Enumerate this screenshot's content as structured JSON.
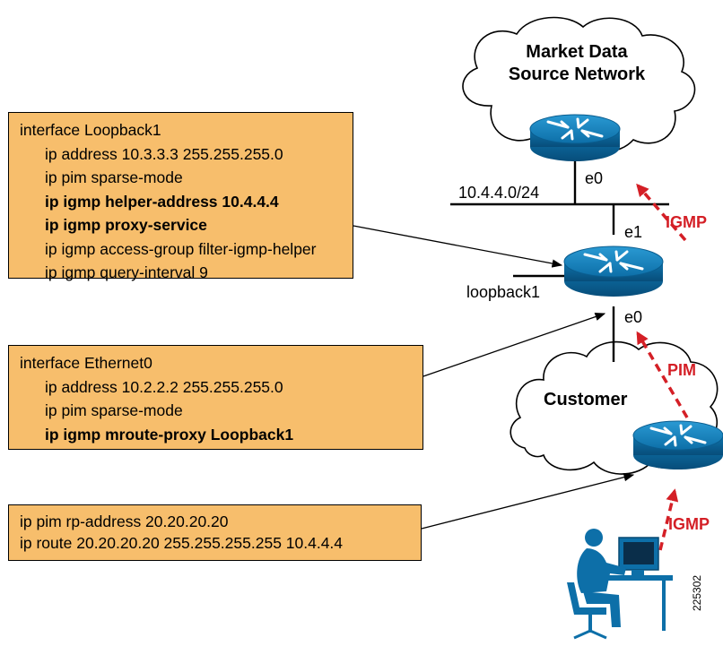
{
  "config_boxes": [
    {
      "lines": [
        {
          "text": "interface Loopback1",
          "indent": false,
          "bold": false
        },
        {
          "text": "ip address 10.3.3.3 255.255.255.0",
          "indent": true,
          "bold": false
        },
        {
          "text": "ip pim sparse-mode",
          "indent": true,
          "bold": false
        },
        {
          "text": "ip igmp helper-address 10.4.4.4",
          "indent": true,
          "bold": true
        },
        {
          "text": "ip igmp proxy-service",
          "indent": true,
          "bold": true
        },
        {
          "text": "ip igmp access-group filter-igmp-helper",
          "indent": true,
          "bold": false
        },
        {
          "text": "ip igmp query-interval 9",
          "indent": true,
          "bold": false
        }
      ]
    },
    {
      "lines": [
        {
          "text": "interface Ethernet0",
          "indent": false,
          "bold": false
        },
        {
          "text": "ip address 10.2.2.2 255.255.255.0",
          "indent": true,
          "bold": false
        },
        {
          "text": "ip pim sparse-mode",
          "indent": true,
          "bold": false
        },
        {
          "text": "ip igmp mroute-proxy Loopback1",
          "indent": true,
          "bold": true
        }
      ]
    },
    {
      "lines": [
        {
          "text": "ip pim rp-address 20.20.20.20",
          "indent": false,
          "bold": false
        },
        {
          "text": "ip route 20.20.20.20 255.255.255.255 10.4.4.4",
          "indent": false,
          "bold": false
        }
      ]
    }
  ],
  "clouds": {
    "market": [
      "Market Data",
      "Source Network"
    ],
    "customer": "Customer"
  },
  "labels": {
    "e0_top": "e0",
    "subnet": "10.4.4.0/24",
    "e1": "e1",
    "loopback": "loopback1",
    "e0_mid": "e0"
  },
  "arrows": {
    "igmp_upper": "IGMP",
    "pim": "PIM",
    "igmp_lower": "IGMP"
  },
  "figure_id": "225302",
  "colors": {
    "box_fill": "#f7be6c",
    "router": "#0f7ab5",
    "signal": "#d41f26"
  }
}
